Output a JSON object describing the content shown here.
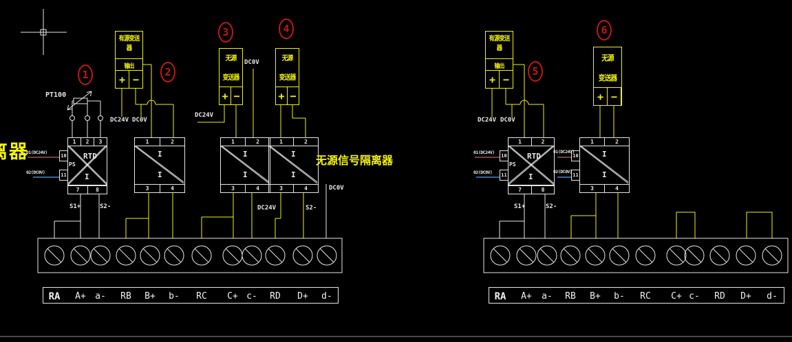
{
  "colors": {
    "background": "#000000",
    "line_yellow": "#f2f20c",
    "line_white": "#e8e8e8",
    "circle_red": "#c41616",
    "wire_red": "#a05454",
    "wire_blue": "#4a86c8",
    "bottom_edge_gray": "#4a4a4a"
  },
  "texts": {
    "active_transmitter": "有源变送器",
    "output": "输出",
    "plus": "+",
    "minus": "−",
    "passive_line1": "无源",
    "passive_line2": "变送器",
    "passive_isolator_label": "无源信号隔离器",
    "clipped_left_label": "离器",
    "pt100": "PT100",
    "rtd": "RTD",
    "ps": "PS",
    "current": "I",
    "dc24v": "DC24V",
    "dc0v": "DC0V",
    "s1_plus": "S1+",
    "s2_minus": "S2-",
    "wire_in_plus": "01(DC24V)",
    "wire_in_minus": "02(DC0V)"
  },
  "circled_numbers": [
    "1",
    "2",
    "3",
    "4",
    "5",
    "6"
  ],
  "iso_terms": {
    "n1": "1",
    "n2": "2",
    "n3": "3",
    "n4": "4",
    "n7": "7",
    "n8": "8",
    "n10": "10",
    "n11": "11"
  },
  "terminal_strip": [
    "RA",
    "A+",
    "a-",
    "RB",
    "B+",
    "b-",
    "RC",
    "C+",
    "c-",
    "RD",
    "D+",
    "d-"
  ]
}
